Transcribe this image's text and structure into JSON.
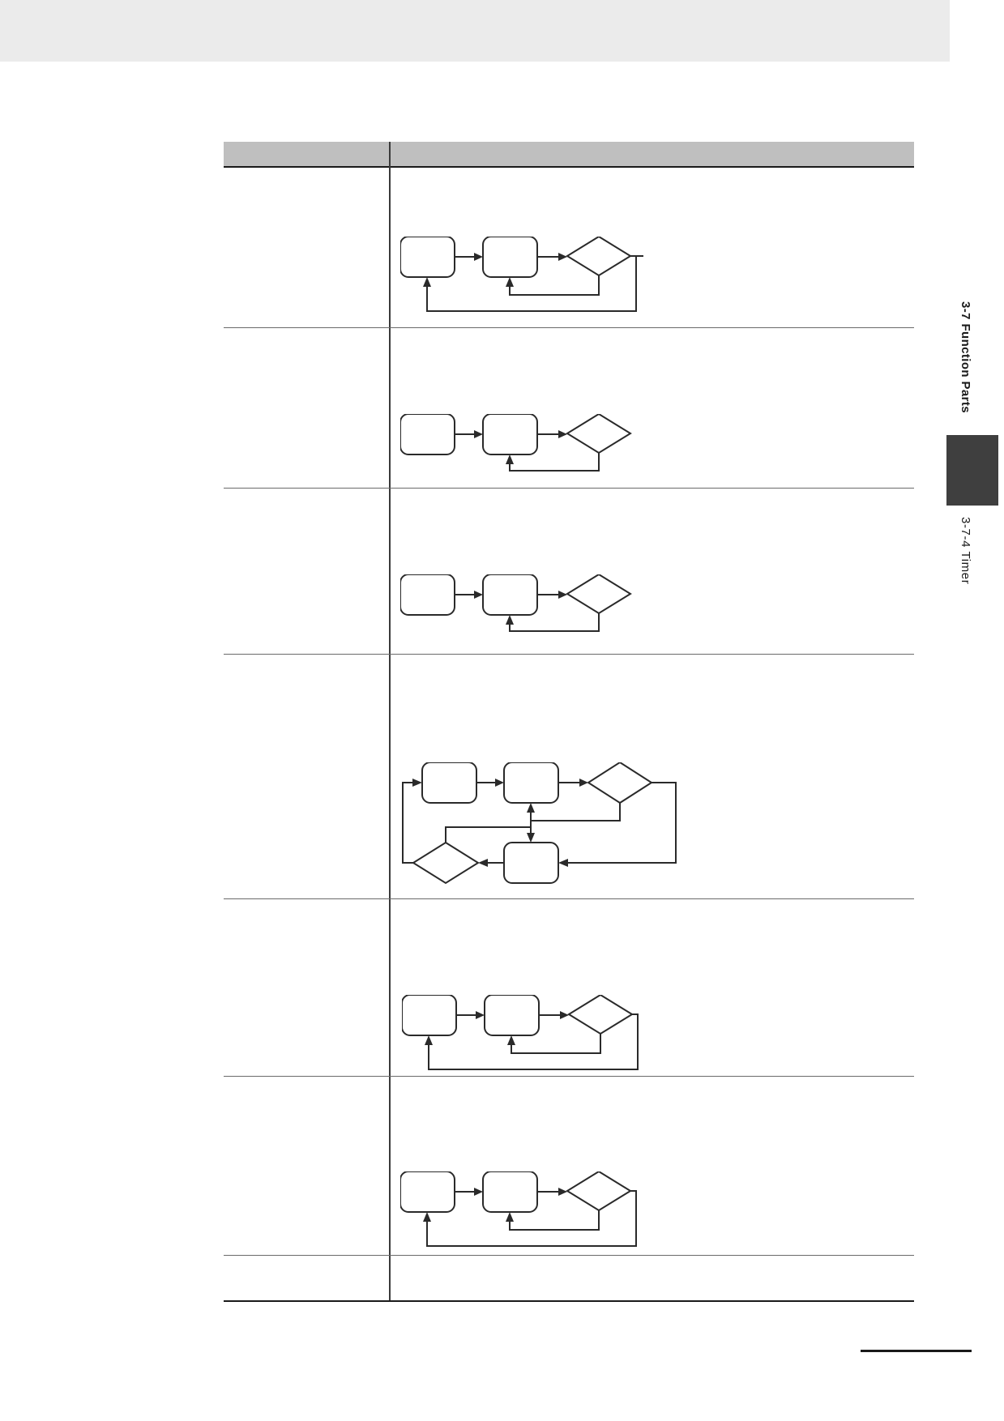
{
  "sidebar": {
    "section_title": "3-7 Function Parts",
    "subsection": "3-7-4  Timer"
  },
  "table": {
    "header": {
      "col1": "",
      "col2": ""
    },
    "rows": [
      {
        "name": "",
        "description": "",
        "flow": "loop-with-return"
      },
      {
        "name": "",
        "description": "",
        "flow": "loop-simple"
      },
      {
        "name": "",
        "description": "",
        "flow": "loop-simple"
      },
      {
        "name": "",
        "description": "",
        "flow": "double-branch"
      },
      {
        "name": "",
        "description": "",
        "flow": "loop-with-return"
      },
      {
        "name": "",
        "description": "",
        "flow": "loop-with-return"
      },
      {
        "name": "",
        "description": "",
        "flow": "none"
      }
    ]
  }
}
